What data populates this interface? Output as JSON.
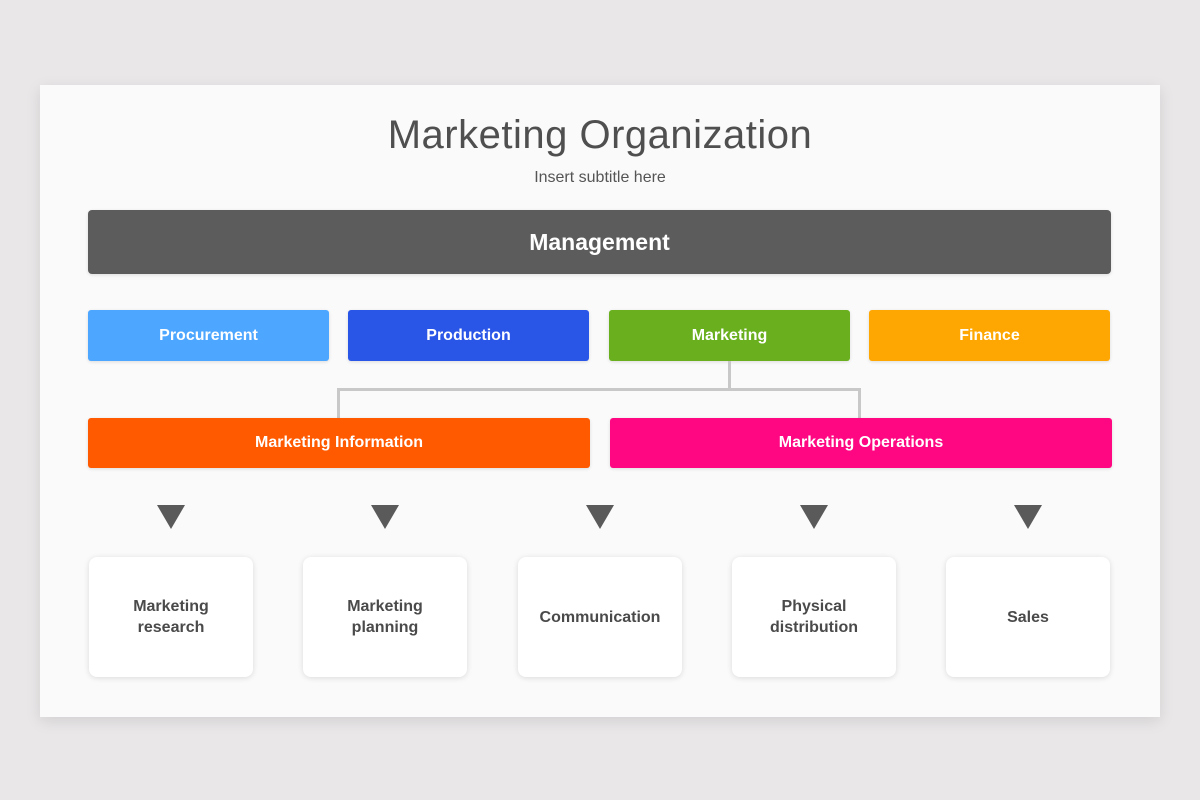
{
  "title": "Marketing Organization",
  "subtitle": "Insert subtitle here",
  "management": {
    "label": "Management",
    "color": "#5c5c5c"
  },
  "departments": [
    {
      "label": "Procurement",
      "color": "#4da6ff"
    },
    {
      "label": "Production",
      "color": "#2a56e8"
    },
    {
      "label": "Marketing",
      "color": "#6ab01e"
    },
    {
      "label": "Finance",
      "color": "#fea601"
    }
  ],
  "sub_departments": [
    {
      "label": "Marketing Information",
      "color": "#ff5a00"
    },
    {
      "label": "Marketing Operations",
      "color": "#ff0683"
    }
  ],
  "functions": [
    {
      "label": "Marketing research"
    },
    {
      "label": "Marketing planning"
    },
    {
      "label": "Communication"
    },
    {
      "label": "Physical distribution"
    },
    {
      "label": "Sales"
    }
  ],
  "arrow_icon": "down-triangle-icon",
  "connector_color": "#c8c8c8"
}
